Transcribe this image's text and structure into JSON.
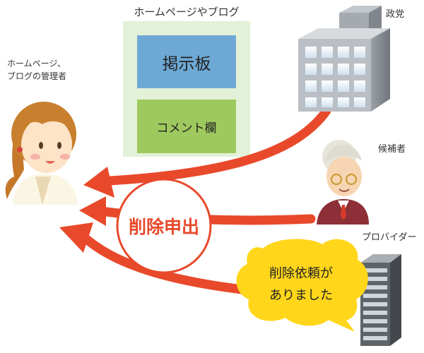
{
  "site": {
    "title": "ホームページやブログ",
    "board_label": "掲示板",
    "comment_label": "コメント欄"
  },
  "admin": {
    "label_line1": "ホームページ、",
    "label_line2": "ブログの管理者"
  },
  "actors": {
    "party": "政党",
    "candidate": "候補者",
    "provider": "プロバイダー"
  },
  "center_label": "削除申出",
  "speech": {
    "line1": "削除依頼が",
    "line2": "ありました"
  },
  "colors": {
    "arrow": "#e8492b",
    "site_bg": "#e3f1d8",
    "board_bg": "#6ea9d6",
    "comment_bg": "#9ec95e",
    "speech_bg": "#ffd61a"
  }
}
